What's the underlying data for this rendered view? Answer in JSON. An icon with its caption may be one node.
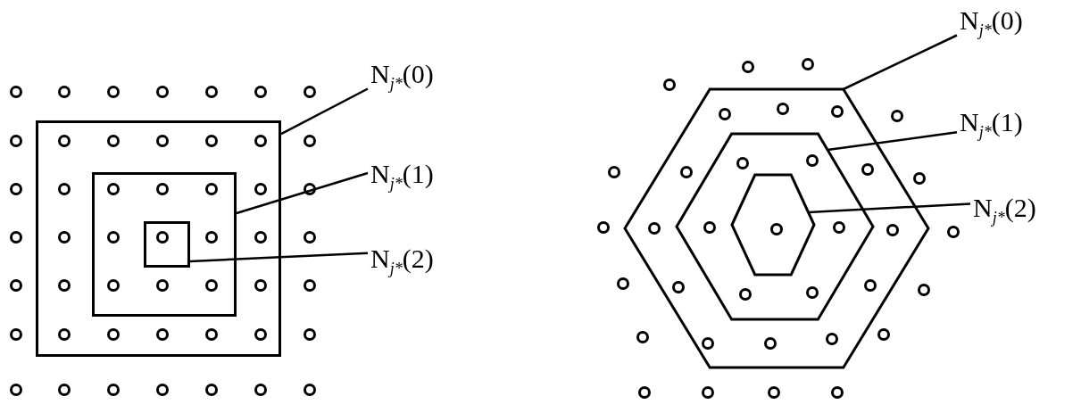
{
  "diagram": {
    "nodes": [
      {
        "text": [],
        "shape": "box"
      },
      {
        "text": [],
        "shape": "box",
        "in": 0
      },
      {
        "text": [],
        "shape": "box",
        "in": 1
      },
      {
        "text": [
          "N$_{j*}$(0)"
        ]
      },
      {
        "text": [
          "N$_{j*}$(1)"
        ]
      },
      {
        "text": [
          "N$_{j*}$(2)"
        ]
      },
      {
        "text": [],
        "shape": "hexagon"
      },
      {
        "text": [],
        "shape": "hexagon",
        "in": 6
      },
      {
        "text": [],
        "shape": "hexagon",
        "in": 7
      },
      {
        "text": [
          "N$_{j*}$(0)"
        ]
      },
      {
        "text": [
          "N$_{j*}$(1)"
        ]
      },
      {
        "text": [
          "N$_{j*}$(2)"
        ]
      }
    ],
    "edges": [
      {
        "from": 3,
        "to": 0,
        "arrow": "none"
      },
      {
        "from": 4,
        "to": 1,
        "arrow": "none"
      },
      {
        "from": 5,
        "to": 2,
        "arrow": "none"
      },
      {
        "from": 9,
        "to": 6,
        "arrow": "none"
      },
      {
        "from": 10,
        "to": 7,
        "arrow": "none"
      },
      {
        "from": 11,
        "to": 8,
        "arrow": "none"
      }
    ]
  }
}
